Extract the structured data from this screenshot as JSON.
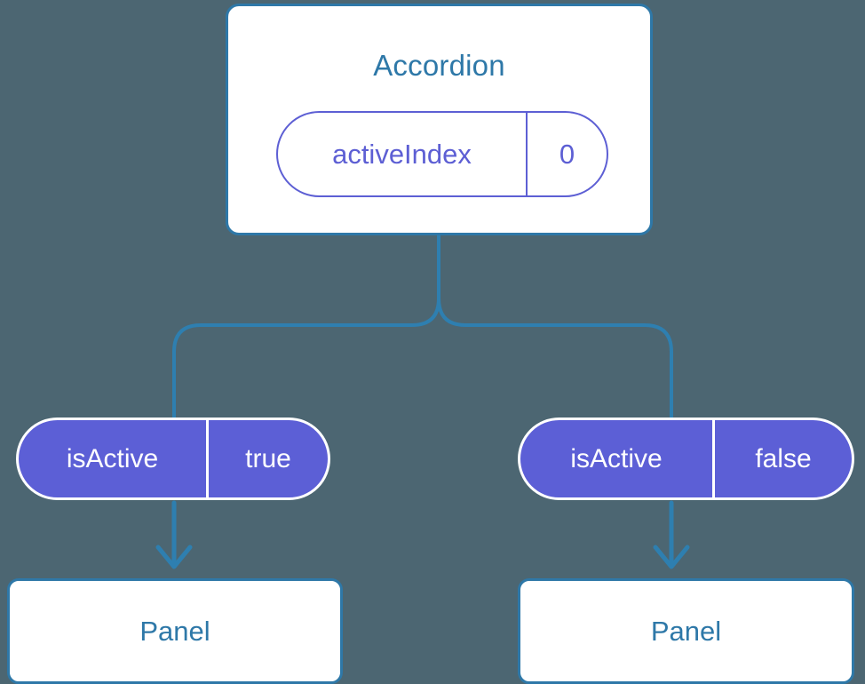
{
  "meta": {
    "background_color": "#4c6672",
    "accent_blue": "#2e78a8",
    "accent_purple_outline": "#5d5fd4",
    "accent_purple_fill": "#5c5fd6",
    "connector_color": "#2e7fb0"
  },
  "diagram": {
    "type": "component-tree",
    "root": {
      "title": "Accordion",
      "state_pill": {
        "key": "activeIndex",
        "value": "0",
        "style": "outline"
      }
    },
    "branches": [
      {
        "prop_pill": {
          "key": "isActive",
          "value": "true",
          "style": "filled"
        },
        "child": {
          "title": "Panel"
        }
      },
      {
        "prop_pill": {
          "key": "isActive",
          "value": "false",
          "style": "filled"
        },
        "child": {
          "title": "Panel"
        }
      }
    ]
  }
}
